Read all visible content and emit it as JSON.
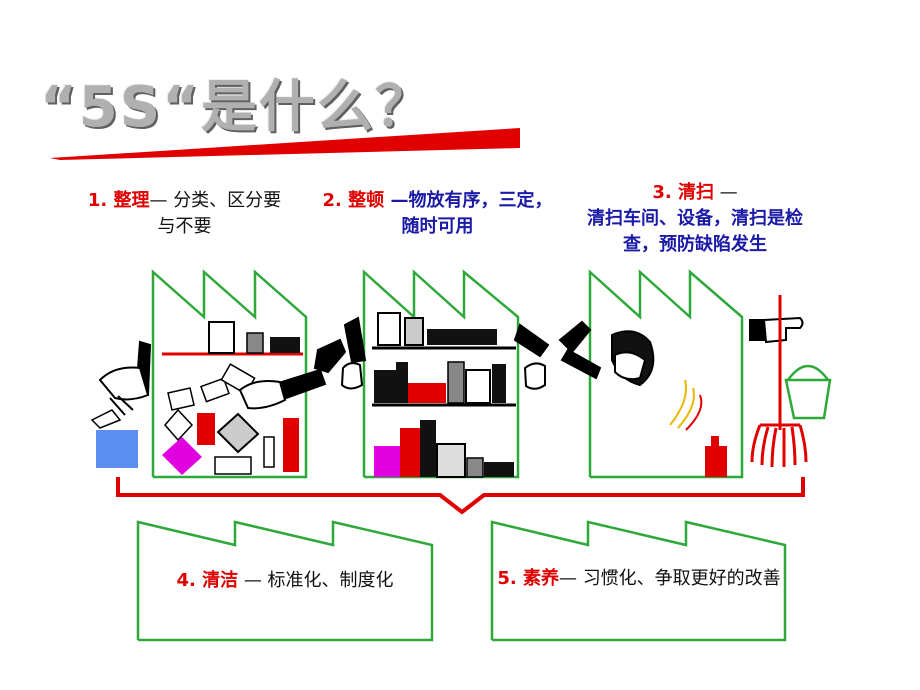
{
  "title": "“5S“是什么？",
  "step1": {
    "label": "1. 整理",
    "dash": "— ",
    "desc": "分类、区分要与不要"
  },
  "step2": {
    "label": "2. 整顿",
    "dash": " —",
    "desc": "物放有序，三定，随时可用"
  },
  "step3": {
    "label": "3. 清扫",
    "dash": " —",
    "desc": "清扫车间、设备，清扫是检查，预防缺陷发生"
  },
  "step4": {
    "label": "4. 清洁",
    "dash": " — ",
    "desc": "标准化、制度化"
  },
  "step5": {
    "label": "5. 素养",
    "dash": "— ",
    "desc": "习惯化、争取更好的改善"
  },
  "colors": {
    "red": "#e00000",
    "green": "#2fa83a",
    "blue": "#1a1aa6",
    "magenta": "#e000e0",
    "lightblue": "#5b8ef0"
  },
  "icons": [
    "hand-icon",
    "pointing-hand-icon",
    "broom-icon",
    "bucket-icon",
    "bottle-icon",
    "factory-icon"
  ]
}
